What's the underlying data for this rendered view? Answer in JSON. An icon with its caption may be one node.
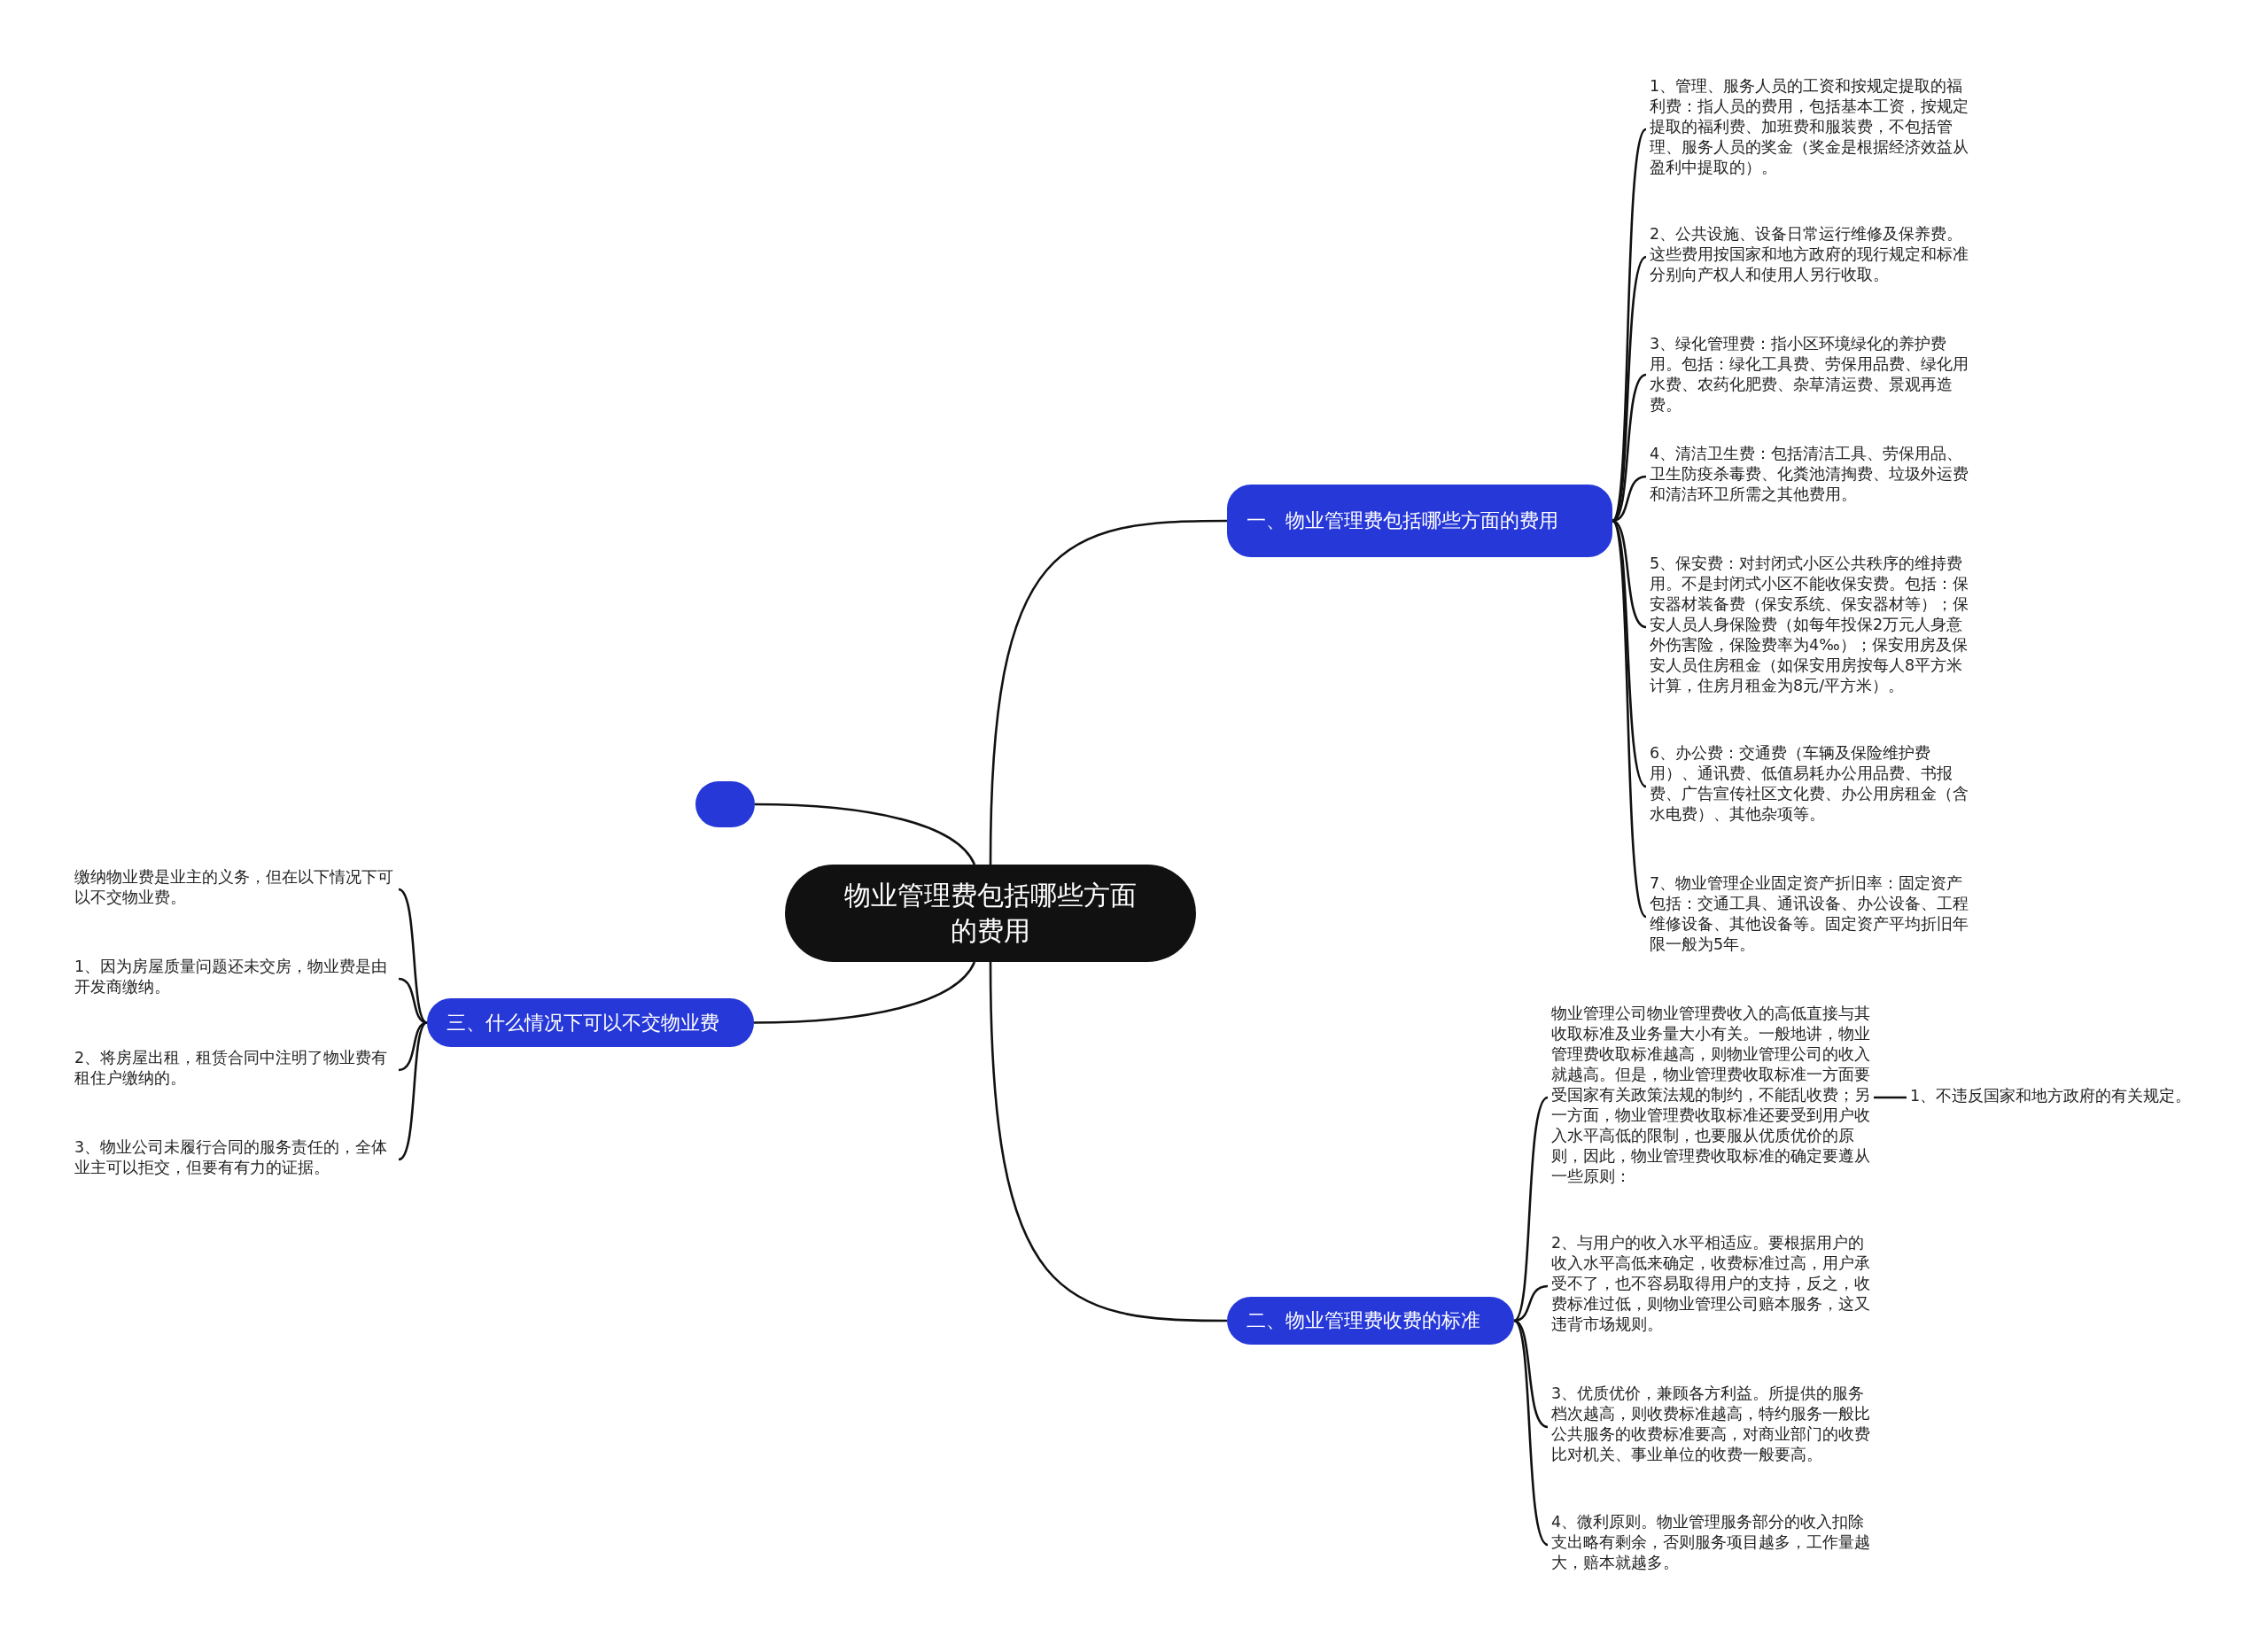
{
  "diagram": {
    "nodes": [
      {
        "text": [
          "物业管理费包括哪些方面的费用"
        ]
      },
      {
        "text": [
          "一、物业管理费包括哪些方面的费用"
        ]
      },
      {
        "text": [
          "1、管理、服务人员的工资和按规定提取的福利费：指人员的费用，包括基本工资，按规定提取的福利费、加班费和服装费，不包括管理、服务人员的奖金（奖金是根据经济效益从盈利中提取的）。"
        ]
      },
      {
        "text": [
          "2、公共设施、设备日常运行维修及保养费。这些费用按国家和地方政府的现行规定和标准分别向产权人和使用人另行收取。"
        ]
      },
      {
        "text": [
          "3、绿化管理费：指小区环境绿化的养护费用。包括：绿化工具费、劳保用品费、绿化用水费、农药化肥费、杂草清运费、景观再造费。"
        ]
      },
      {
        "text": [
          "4、清洁卫生费：包括清洁工具、劳保用品、卫生防疫杀毒费、化粪池清掏费、垃圾外运费和清洁环卫所需之其他费用。"
        ]
      },
      {
        "text": [
          "5、保安费：对封闭式小区公共秩序的维持费用。不是封闭式小区不能收保安费。包括：保安器材装备费（保安系统、保安器材等）；保安人员人身保险费（如每年投保2万元人身意外伤害险，保险费率为4‰）；保安用房及保安人员住房租金（如保安用房按每人8平方米计算，住房月租金为8元/平方米）。"
        ]
      },
      {
        "text": [
          "6、办公费：交通费（车辆及保险维护费用）、通讯费、低值易耗办公用品费、书报费、广告宣传社区文化费、办公用房租金（含水电费）、其他杂项等。"
        ]
      },
      {
        "text": [
          "7、物业管理企业固定资产折旧率：固定资产包括：交通工具、通讯设备、办公设备、工程维修设备、其他设备等。固定资产平均折旧年限一般为5年。"
        ]
      },
      {
        "text": [],
        "shape": "box"
      },
      {
        "text": [
          "三、什么情况下可以不交物业费"
        ]
      },
      {
        "text": [
          "缴纳物业费是业主的义务，但在以下情况下可以不交物业费。"
        ]
      },
      {
        "text": [
          "1、因为房屋质量问题还未交房，物业费是由开发商缴纳。"
        ]
      },
      {
        "text": [
          "2、将房屋出租，租赁合同中注明了物业费有租住户缴纳的。"
        ]
      },
      {
        "text": [
          "3、物业公司未履行合同的服务责任的，全体业主可以拒交，但要有有力的证据。"
        ]
      },
      {
        "text": [
          "二、物业管理费收费的标准"
        ]
      },
      {
        "text": [
          "物业管理公司物业管理费收入的高低直接与其收取标准及业务量大小有关。一般地讲，物业管理费收取标准越高，则物业管理公司的收入就越高。但是，物业管理费收取标准一方面要受国家有关政策法规的制约，不能乱收费；另一方面，物业管理费收取标准还要受到用户收入水平高低的限制，也要服从优质优价的原则，因此，物业管理费收取标准的确定要遵从一些原则："
        ]
      },
      {
        "text": [
          "2、与用户的收入水平相适应。要根据用户的收入水平高低来确定，收费标准过高，用户承受不了，也不容易取得用户的支持，反之，收费标准过低，则物业管理公司赔本服务，这又违背市场规则。"
        ]
      },
      {
        "text": [
          "3、优质优价，兼顾各方利益。所提供的服务档次越高，则收费标准越高，特约服务一般比公共服务的收费标准要高，对商业部门的收费比对机关、事业单位的收费一般要高。"
        ]
      },
      {
        "text": [
          "4、微利原则。物业管理服务部分的收入扣除支出略有剩余，否则服务项目越多，工作量越大，赔本就越多。"
        ]
      },
      {
        "text": [
          "1、不违反国家和地方政府的有关规定。"
        ]
      }
    ],
    "edges": [
      {
        "from": 0,
        "to": 1,
        "arrow": "none"
      },
      {
        "from": 1,
        "to": 2,
        "arrow": "none"
      },
      {
        "from": 1,
        "to": 3,
        "arrow": "none"
      },
      {
        "from": 1,
        "to": 4,
        "arrow": "none"
      },
      {
        "from": 1,
        "to": 5,
        "arrow": "none"
      },
      {
        "from": 1,
        "to": 6,
        "arrow": "none"
      },
      {
        "from": 1,
        "to": 7,
        "arrow": "none"
      },
      {
        "from": 1,
        "to": 8,
        "arrow": "none"
      },
      {
        "from": 0,
        "to": 9,
        "arrow": "none"
      },
      {
        "from": 0,
        "to": 10,
        "arrow": "none"
      },
      {
        "from": 10,
        "to": 11,
        "arrow": "none"
      },
      {
        "from": 10,
        "to": 12,
        "arrow": "none"
      },
      {
        "from": 10,
        "to": 13,
        "arrow": "none"
      },
      {
        "from": 10,
        "to": 14,
        "arrow": "none"
      },
      {
        "from": 0,
        "to": 15,
        "arrow": "none"
      },
      {
        "from": 15,
        "to": 16,
        "arrow": "none"
      },
      {
        "from": 15,
        "to": 17,
        "arrow": "none"
      },
      {
        "from": 15,
        "to": 18,
        "arrow": "none"
      },
      {
        "from": 15,
        "to": 19,
        "arrow": "none"
      },
      {
        "from": 16,
        "to": 20,
        "arrow": "none"
      }
    ]
  }
}
